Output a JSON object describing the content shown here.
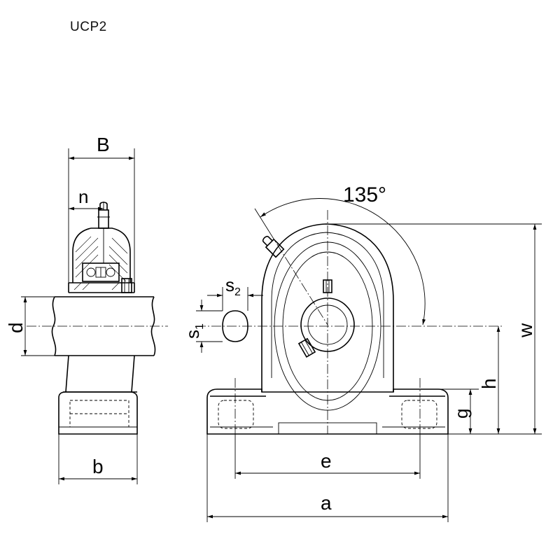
{
  "title": "UCP2",
  "dimensions": {
    "B": "B",
    "n": "n",
    "d": "d",
    "b": "b",
    "s2_base": "s",
    "s2_sub": "2",
    "s1_base": "s",
    "s1_sub": "1",
    "angle": "135°",
    "w": "w",
    "h": "h",
    "g": "g",
    "e": "e",
    "a": "a"
  }
}
